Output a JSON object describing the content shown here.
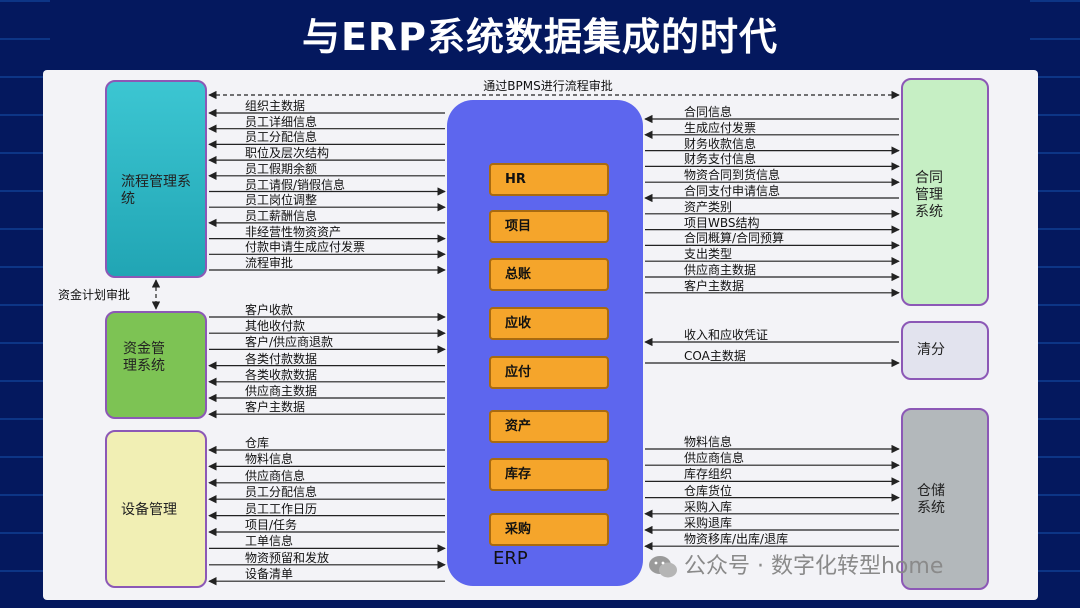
{
  "title": "与ERP系统数据集成的时代",
  "systems": {
    "process": "流程管理系统",
    "fund": "资金管理系统",
    "equipment": "设备管理",
    "contract": "合同管理系统",
    "clearing": "清分",
    "warehouse": "仓储系统"
  },
  "erp": {
    "label": "ERP",
    "modules": [
      "HR",
      "项目",
      "总账",
      "应收",
      "应付",
      "资产",
      "库存",
      "采购"
    ]
  },
  "top_flow": "通过BPMS进行流程审批",
  "fund_plan": "资金计划审批",
  "process_flows": [
    {
      "label": "组织主数据",
      "dir": "left"
    },
    {
      "label": "员工详细信息",
      "dir": "left"
    },
    {
      "label": "员工分配信息",
      "dir": "left"
    },
    {
      "label": "职位及层次结构",
      "dir": "left"
    },
    {
      "label": "员工假期余额",
      "dir": "left"
    },
    {
      "label": "员工请假/销假信息",
      "dir": "right"
    },
    {
      "label": "员工岗位调整",
      "dir": "right"
    },
    {
      "label": "员工薪酬信息",
      "dir": "left"
    },
    {
      "label": "非经营性物资资产",
      "dir": "right"
    },
    {
      "label": "付款申请生成应付发票",
      "dir": "right"
    },
    {
      "label": "流程审批",
      "dir": "right"
    }
  ],
  "fund_flows": [
    {
      "label": "客户收款",
      "dir": "right"
    },
    {
      "label": "其他收付款",
      "dir": "right"
    },
    {
      "label": "客户/供应商退款",
      "dir": "right"
    },
    {
      "label": "各类付款数据",
      "dir": "left"
    },
    {
      "label": "各类收款数据",
      "dir": "left"
    },
    {
      "label": "供应商主数据",
      "dir": "left"
    },
    {
      "label": "客户主数据",
      "dir": "left"
    }
  ],
  "equipment_flows": [
    {
      "label": "仓库",
      "dir": "left"
    },
    {
      "label": "物料信息",
      "dir": "left"
    },
    {
      "label": "供应商信息",
      "dir": "left"
    },
    {
      "label": "员工分配信息",
      "dir": "left"
    },
    {
      "label": "员工工作日历",
      "dir": "left"
    },
    {
      "label": "项目/任务",
      "dir": "left"
    },
    {
      "label": "工单信息",
      "dir": "right"
    },
    {
      "label": "物资预留和发放",
      "dir": "right"
    },
    {
      "label": "设备清单",
      "dir": "left"
    }
  ],
  "contract_flows": [
    {
      "label": "合同信息",
      "dir": "left"
    },
    {
      "label": "生成应付发票",
      "dir": "left"
    },
    {
      "label": "财务收款信息",
      "dir": "right"
    },
    {
      "label": "财务支付信息",
      "dir": "right"
    },
    {
      "label": "物资合同到货信息",
      "dir": "right"
    },
    {
      "label": "合同支付申请信息",
      "dir": "left"
    },
    {
      "label": "资产类别",
      "dir": "right"
    },
    {
      "label": "项目WBS结构",
      "dir": "right"
    },
    {
      "label": "合同概算/合同预算",
      "dir": "right"
    },
    {
      "label": "支出类型",
      "dir": "right"
    },
    {
      "label": "供应商主数据",
      "dir": "right"
    },
    {
      "label": "客户主数据",
      "dir": "right"
    }
  ],
  "clearing_flows": [
    {
      "label": "收入和应收凭证",
      "dir": "left"
    },
    {
      "label": "COA主数据",
      "dir": "right"
    }
  ],
  "warehouse_flows": [
    {
      "label": "物料信息",
      "dir": "right"
    },
    {
      "label": "供应商信息",
      "dir": "right"
    },
    {
      "label": "库存组织",
      "dir": "right"
    },
    {
      "label": "仓库货位",
      "dir": "right"
    },
    {
      "label": "采购入库",
      "dir": "left"
    },
    {
      "label": "采购退库",
      "dir": "left"
    },
    {
      "label": "物资移库/出库/退库",
      "dir": "left"
    }
  ],
  "watermark": "公众号 · 数字化转型home",
  "colors": {
    "background": "#04185e",
    "erp": "#5d66ee",
    "module": "#f5a52b",
    "process": "#21a5b4",
    "fund": "#7dc354",
    "equipment": "#f1efb4",
    "contract": "#c6efc4",
    "clearing": "#e2e3ee",
    "warehouse": "#b3b8bb",
    "border": "#8c58b6"
  }
}
